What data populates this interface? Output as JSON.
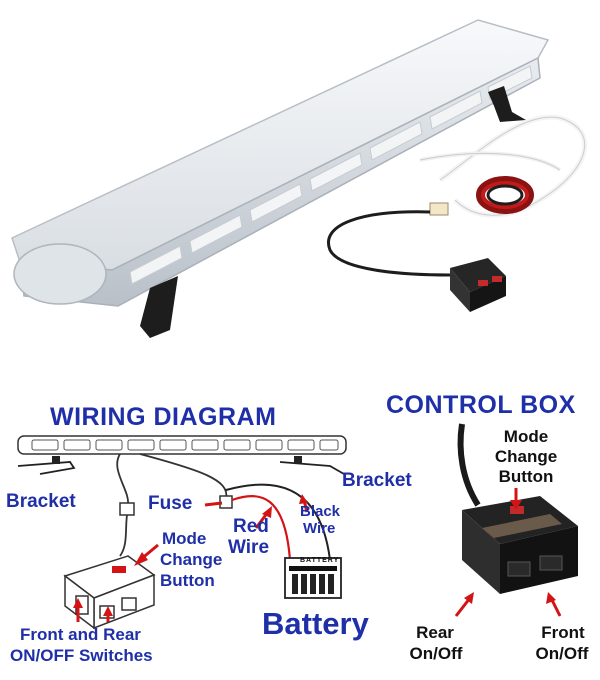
{
  "colors": {
    "label_blue": "#1f2fa8",
    "wire_red": "#d41414",
    "arrow_red": "#d41414",
    "line_black": "#222222",
    "bar_white": "#eef1f4",
    "control_box_black": "#1a1a1a"
  },
  "wiring_diagram": {
    "title": "WIRING DIAGRAM",
    "labels": {
      "bracket_left": "Bracket",
      "bracket_right": "Bracket",
      "fuse": "Fuse",
      "red_wire_1": "Red",
      "red_wire_2": "Wire",
      "black_wire_1": "Black",
      "black_wire_2": "Wire",
      "mode_1": "Mode",
      "mode_2": "Change",
      "mode_3": "Button",
      "switches_1": "Front and Rear",
      "switches_2": "ON/OFF Switches",
      "battery": "Battery",
      "battery_plate": "BATTERY"
    }
  },
  "control_box": {
    "title": "CONTROL BOX",
    "labels": {
      "mode_1": "Mode",
      "mode_2": "Change",
      "mode_3": "Button",
      "rear_1": "Rear",
      "rear_2": "On/Off",
      "front_1": "Front",
      "front_2": "On/Off"
    }
  }
}
